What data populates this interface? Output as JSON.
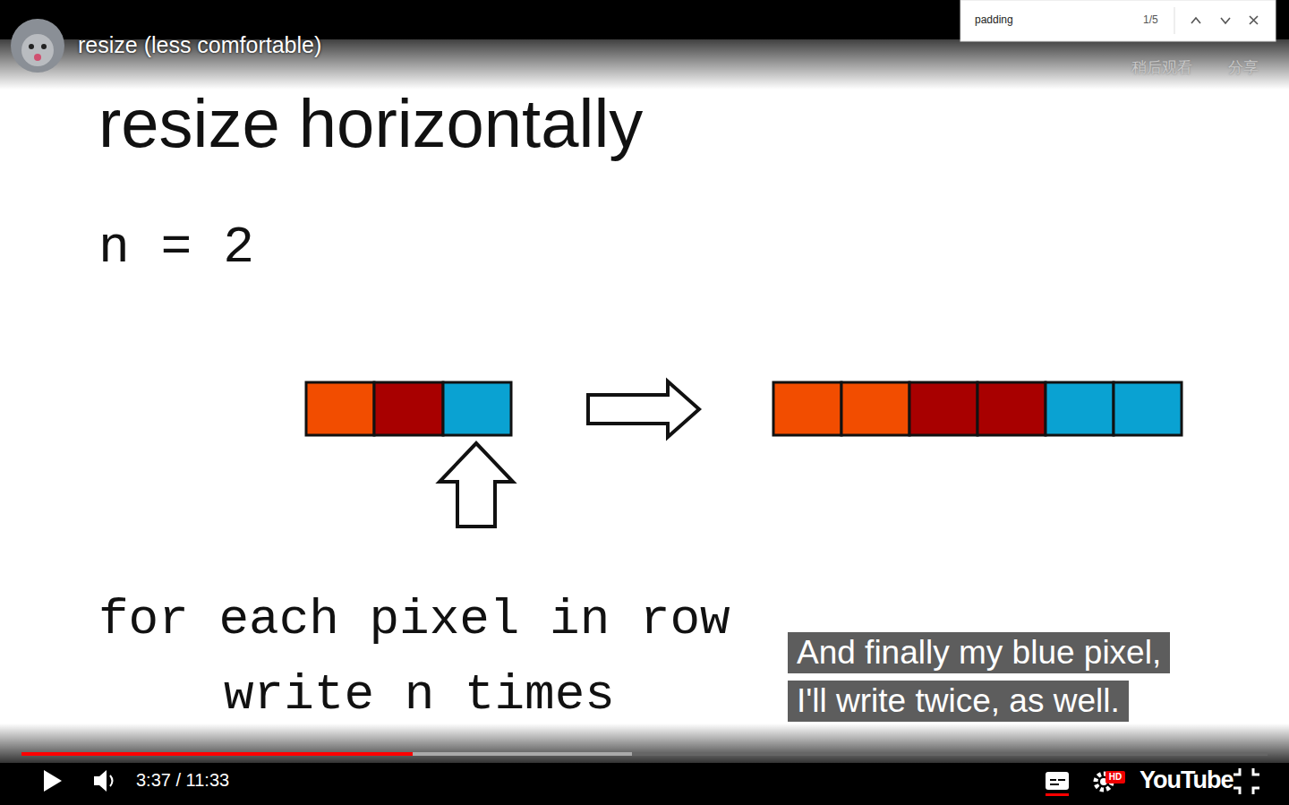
{
  "diagram": {
    "title": "resize horizontally",
    "labels": [
      "resize (less comfortable)",
      "padding",
      "1/5",
      "稍后观看",
      "分享",
      "n = 2",
      "for each pixel in row",
      "write n times",
      "And finally my blue pixel,",
      "I'll write twice, as well.",
      "3:37 / 11:33",
      "HD",
      "YouTube"
    ]
  }
}
